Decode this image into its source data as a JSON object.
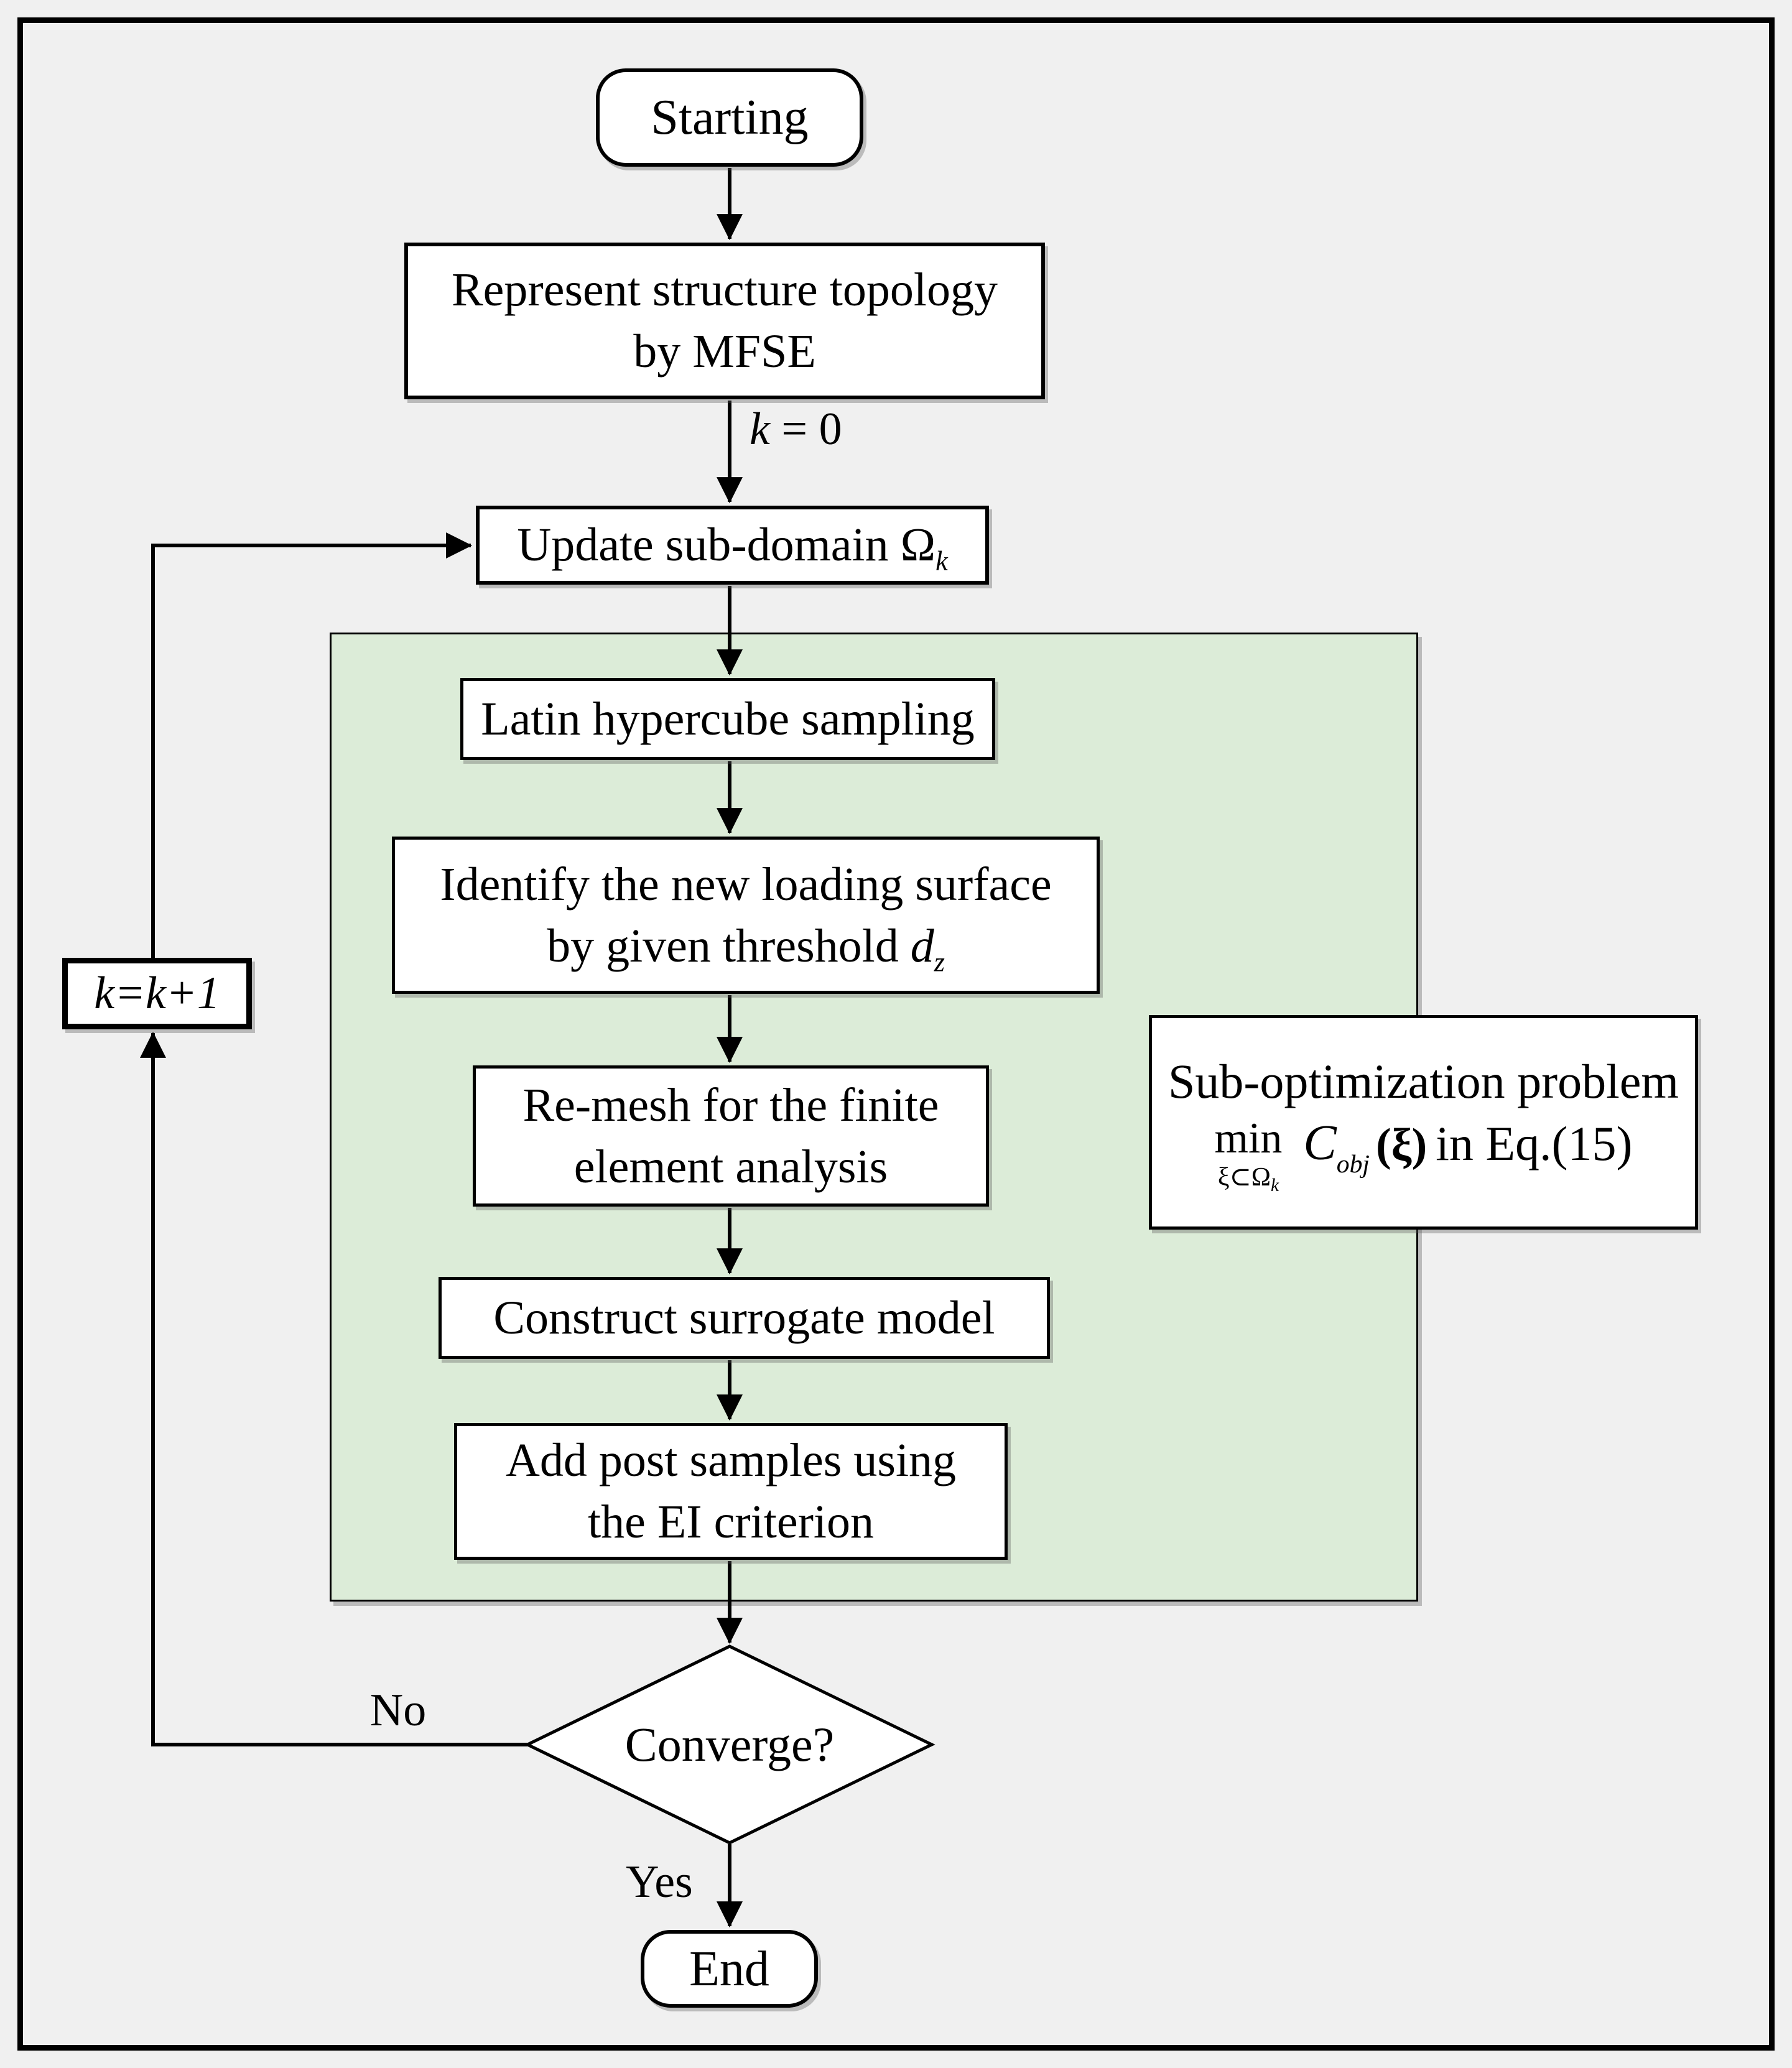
{
  "colors": {
    "background": "#f0f0f0",
    "region_fill": "#dcecd8",
    "line": "#000000",
    "box_fill": "#ffffff"
  },
  "nodes": {
    "start": {
      "label": "Starting"
    },
    "represent": {
      "line1": "Represent structure topology",
      "line2": "by MFSE"
    },
    "k_init": {
      "var": "k",
      "eq": " = 0"
    },
    "update": {
      "text": "Update sub-domain ",
      "omega": "Ω",
      "sub": "k"
    },
    "latin": {
      "label": "Latin hypercube sampling"
    },
    "identify": {
      "line1": "Identify the new loading surface",
      "line2": "by given threshold ",
      "var": "d",
      "sub": "z"
    },
    "remesh": {
      "line1": "Re-mesh for the finite",
      "line2": "element analysis"
    },
    "construct": {
      "label": "Construct surrogate model"
    },
    "addpost": {
      "line1": "Add post samples using",
      "line2": "the EI criterion"
    },
    "subopt": {
      "line1": "Sub-optimization problem",
      "min": "min",
      "min_sub": "ξ⊂Ω",
      "min_sub_k": "k",
      "func": "C",
      "func_sub": "obj",
      "arg": "(ξ)",
      "tail": "in Eq.(15)"
    },
    "kplus": {
      "label": "k=k+1"
    },
    "converge": {
      "label": "Converge?"
    },
    "end": {
      "label": "End"
    },
    "branch_no": {
      "label": "No"
    },
    "branch_yes": {
      "label": "Yes"
    }
  }
}
